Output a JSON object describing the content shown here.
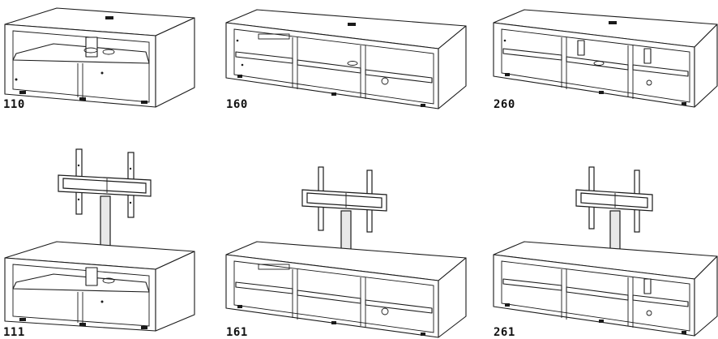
{
  "models": [
    {
      "code": "110",
      "width": "small",
      "mount": false
    },
    {
      "code": "160",
      "width": "medium",
      "mount": false
    },
    {
      "code": "260",
      "width": "medium",
      "mount": false
    },
    {
      "code": "111",
      "width": "small",
      "mount": true
    },
    {
      "code": "161",
      "width": "medium",
      "mount": true
    },
    {
      "code": "261",
      "width": "medium",
      "mount": true
    }
  ]
}
